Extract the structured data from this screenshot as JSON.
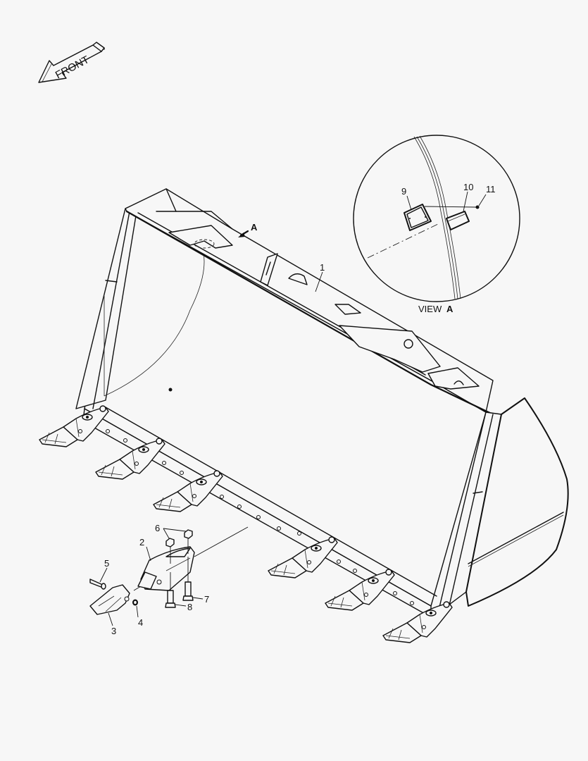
{
  "diagram": {
    "type": "exploded-parts-diagram",
    "subject": "Loader bucket with teeth and adapters",
    "background_color": "#f7f7f7",
    "line_color": "#111111",
    "orientation_arrow": {
      "label": "FRONT"
    },
    "view_marker": {
      "label": "A"
    },
    "detail_view": {
      "title_prefix": "VIEW",
      "title_letter": "A"
    },
    "callouts": [
      {
        "number": "1",
        "part": "bucket"
      },
      {
        "number": "2",
        "part": "adapter"
      },
      {
        "number": "3",
        "part": "tooth-point"
      },
      {
        "number": "4",
        "part": "lock-washer"
      },
      {
        "number": "5",
        "part": "pin"
      },
      {
        "number": "6",
        "part": "nut"
      },
      {
        "number": "7",
        "part": "bolt"
      },
      {
        "number": "8",
        "part": "bolt"
      },
      {
        "number": "9",
        "part": "plate-frame"
      },
      {
        "number": "10",
        "part": "plate"
      },
      {
        "number": "11",
        "part": "rivet"
      }
    ]
  }
}
